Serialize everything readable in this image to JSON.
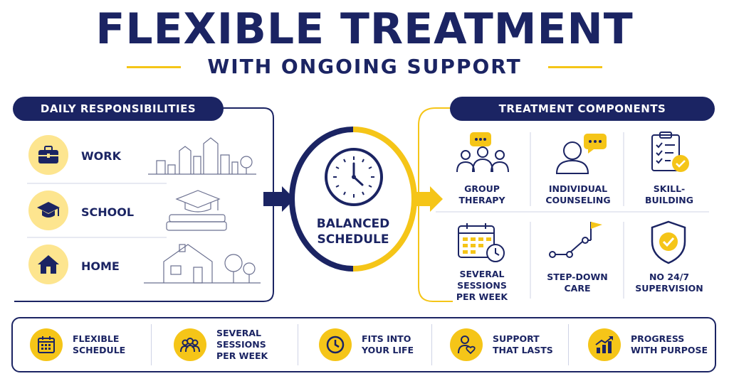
{
  "header": {
    "title": "FLEXIBLE TREATMENT",
    "subtitle": "WITH ONGOING SUPPORT"
  },
  "left_panel": {
    "heading": "DAILY RESPONSIBILITIES",
    "items": [
      {
        "label": "WORK",
        "icon": "briefcase-icon"
      },
      {
        "label": "SCHOOL",
        "icon": "graduation-cap-icon"
      },
      {
        "label": "HOME",
        "icon": "house-icon"
      }
    ]
  },
  "center": {
    "line1": "BALANCED",
    "line2": "SCHEDULE",
    "icon": "clock-icon"
  },
  "right_panel": {
    "heading": "TREATMENT COMPONENTS",
    "items": [
      {
        "line1": "GROUP",
        "line2": "THERAPY",
        "line3": "",
        "icon": "group-chat-icon"
      },
      {
        "line1": "INDIVIDUAL",
        "line2": "COUNSELING",
        "line3": "",
        "icon": "person-chat-icon"
      },
      {
        "line1": "SKILL-",
        "line2": "BUILDING",
        "line3": "",
        "icon": "checklist-icon"
      },
      {
        "line1": "SEVERAL",
        "line2": "SESSIONS",
        "line3": "PER WEEK",
        "icon": "calendar-clock-icon"
      },
      {
        "line1": "STEP-DOWN",
        "line2": "CARE",
        "line3": "",
        "icon": "step-path-icon"
      },
      {
        "line1": "NO 24/7",
        "line2": "SUPERVISION",
        "line3": "",
        "icon": "shield-check-icon"
      }
    ]
  },
  "footer": {
    "items": [
      {
        "line1": "FLEXIBLE",
        "line2": "SCHEDULE",
        "line3": "",
        "icon": "calendar-icon"
      },
      {
        "line1": "SEVERAL",
        "line2": "SESSIONS",
        "line3": "PER WEEK",
        "icon": "people-icon"
      },
      {
        "line1": "FITS INTO",
        "line2": "YOUR LIFE",
        "line3": "",
        "icon": "clock-icon"
      },
      {
        "line1": "SUPPORT",
        "line2": "THAT LASTS",
        "line3": "",
        "icon": "person-heart-icon"
      },
      {
        "line1": "PROGRESS",
        "line2": "WITH PURPOSE",
        "line3": "",
        "icon": "growth-chart-icon"
      }
    ]
  },
  "colors": {
    "navy": "#1b2463",
    "yellow": "#f5c518",
    "light_yellow": "#fde58f"
  }
}
